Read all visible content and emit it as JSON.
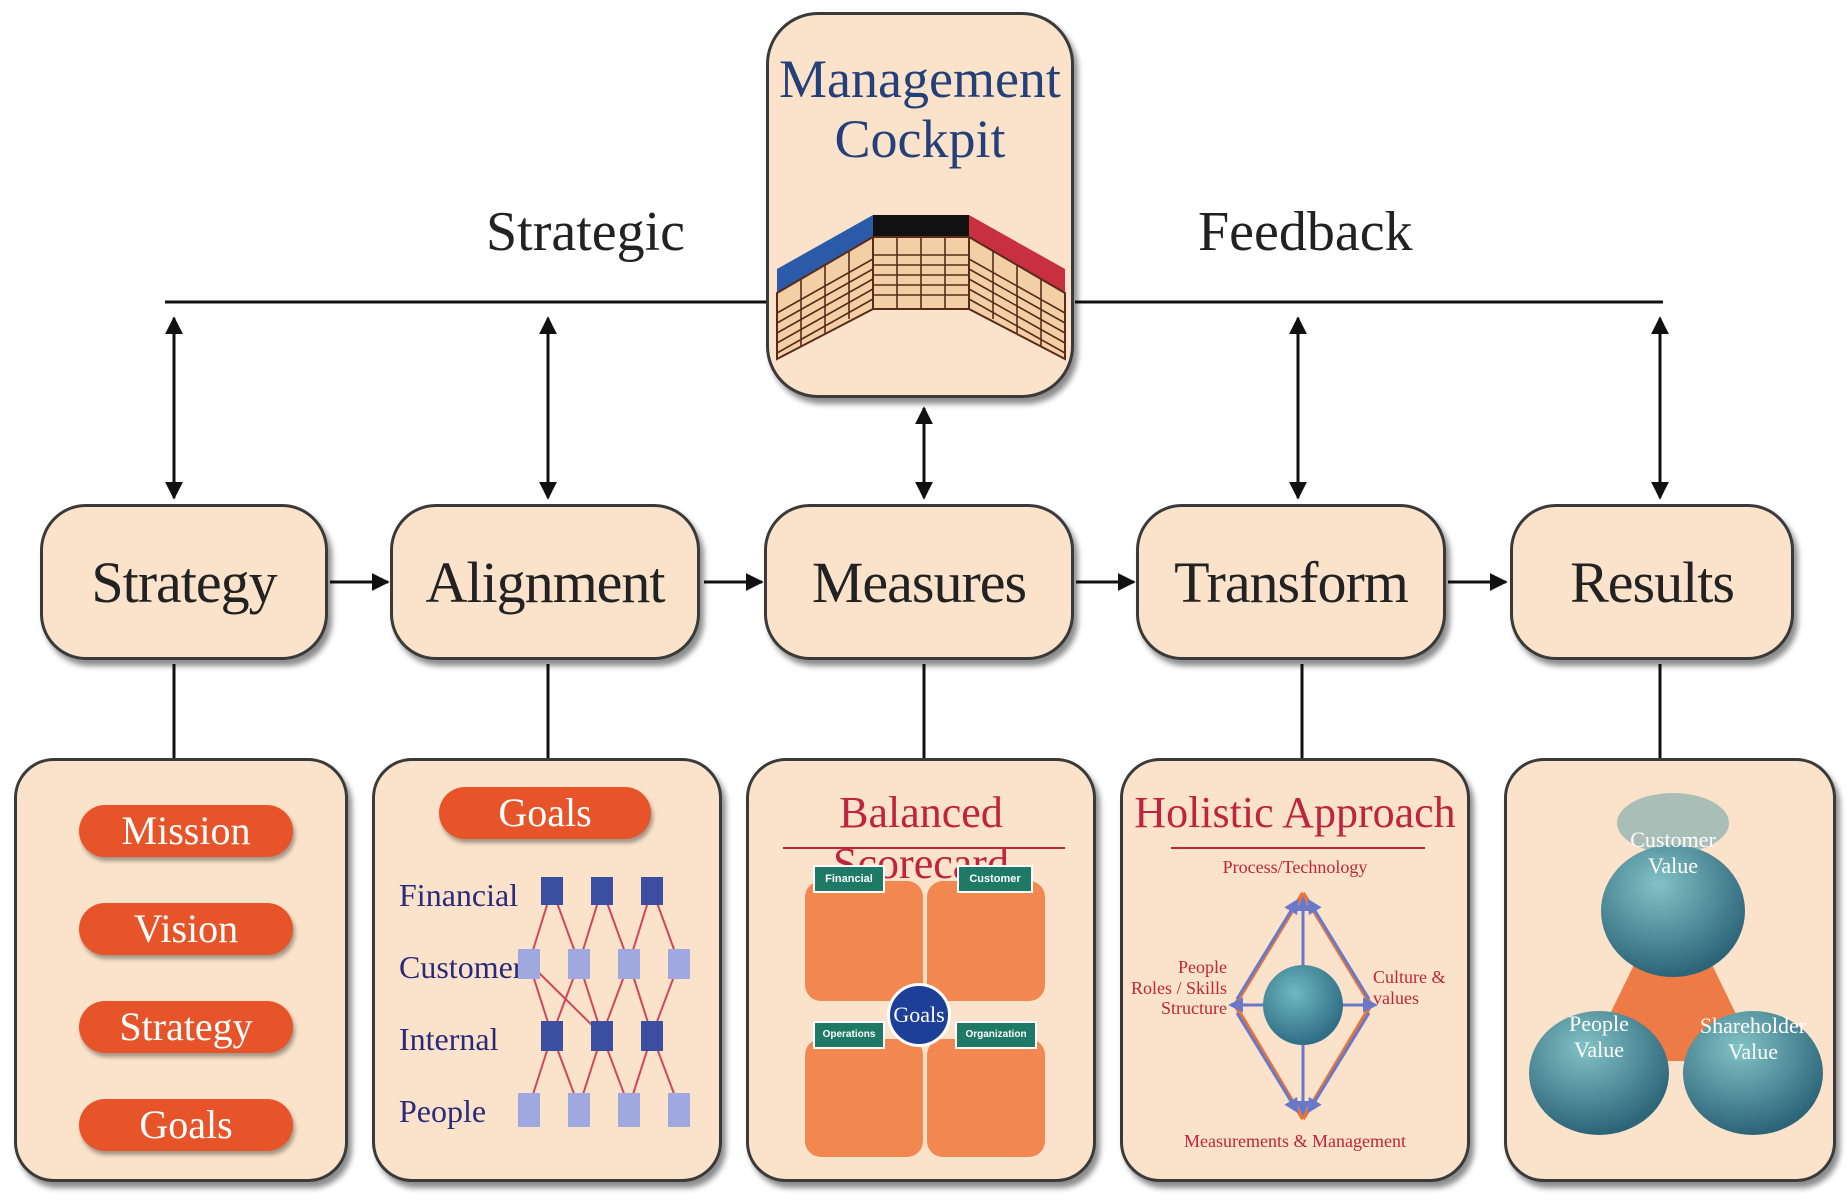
{
  "top": {
    "strategic_label": "Strategic",
    "feedback_label": "Feedback",
    "cockpit_title_line1": "Management",
    "cockpit_title_line2": "Cockpit"
  },
  "stages": [
    "Strategy",
    "Alignment",
    "Measures",
    "Transform",
    "Results"
  ],
  "strategy_panel": {
    "items": [
      "Mission",
      "Vision",
      "Strategy",
      "Goals"
    ]
  },
  "alignment_panel": {
    "title": "Goals",
    "rows": [
      "Financial",
      "Customer",
      "Internal",
      "People"
    ]
  },
  "measures_panel": {
    "title": "Balanced Scorecard",
    "tags": [
      "Financial",
      "Customer",
      "Operations",
      "Organization"
    ],
    "center": "Goals"
  },
  "transform_panel": {
    "title": "Holistic Approach",
    "top": "Process/Technology",
    "left_lines": [
      "People",
      "Roles / Skills",
      "Structure"
    ],
    "right_lines": [
      "Culture &",
      "values"
    ],
    "bottom": "Measurements & Management"
  },
  "results_panel": {
    "top_lines": [
      "Customer",
      "Value"
    ],
    "left_lines": [
      "People",
      "Value"
    ],
    "right_lines": [
      "Shareholder",
      "Value"
    ]
  },
  "colors": {
    "panel_bg": "#fbe3cb",
    "accent_orange": "#e8542a",
    "title_red": "#c0243c",
    "label_blue": "#2a2a7a",
    "cockpit_blue": "#24407a",
    "teal": "#3e8f93"
  }
}
